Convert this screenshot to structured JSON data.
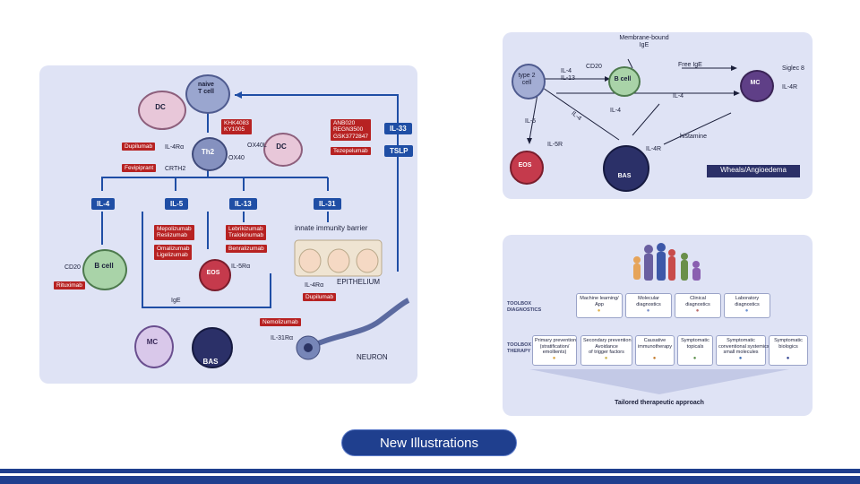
{
  "left_diagram": {
    "cells": {
      "naive_t": "naive\nT cell",
      "dc1": "DC",
      "dc2": "DC",
      "th2": "Th2",
      "b_cell": "B cell",
      "eos": "EOS",
      "mc": "MC",
      "bas": "BAS",
      "neuron": "NEURON",
      "epithelium": "EPITHELIUM",
      "barrier": "innate immunity barrier"
    },
    "receptors": {
      "il4ra_top": "IL-4Rα",
      "crth2": "CRTH2",
      "ox40": "OX40",
      "ox40l": "OX40L",
      "cd20": "CD20",
      "ige": "IgE",
      "il5ra": "IL-5Rα",
      "il4ra_epi": "IL-4Rα",
      "il31ra": "IL-31Rα"
    },
    "drugs": {
      "dupilumab_top": "Dupilumab",
      "fevipiprant": "Fevipiprant",
      "khk_ky": "KHK4083\nKY1005",
      "anti_il33": "ANB020\nREGN3500\nGSK3772847",
      "tezepelumab": "Tezepelumab",
      "mepo_resl": "Mepolizumab\nReslizumab",
      "omal_lige": "Omalizumab\nLigelizumab",
      "lebr_tral": "Lebrikizumab\nTralokinumab",
      "benralizumab": "Benralizumab",
      "rituximab": "Rituximab",
      "dupilumab_epi": "Dupilumab",
      "nemolizumab": "Nemolizumab"
    },
    "cytokines": {
      "il33": "IL-33",
      "tslp": "TSLP",
      "il4": "IL-4",
      "il5": "IL-5",
      "il13": "IL-13",
      "il31": "IL-31"
    }
  },
  "top_right_diagram": {
    "membrane_ige": "Membrane-bound\nIgE",
    "free_ige": "Free IgE",
    "cd20": "CD20",
    "siglec8": "Siglec 8",
    "il4r_mc": "IL-4R",
    "type2_cell": "type 2\ncell",
    "il4_il13": "IL-4\nIL-13",
    "b_cell": "B cell",
    "mc": "MC",
    "il4_a": "IL-4",
    "il5": "IL-5",
    "il4_diag": "IL-4",
    "il4_b": "IL-4",
    "il5r": "IL-5R",
    "il4r_bas": "IL-4R",
    "histamine": "histamine",
    "eos": "EOS",
    "bas": "BAS",
    "wheals": "Wheals/Angioedema"
  },
  "bottom_right_diagram": {
    "toolbox_diagnostics": "TOOLBOX\nDIAGNOSTICS",
    "toolbox_therapy": "TOOLBOX\nTHERAPY",
    "diagnostics": [
      {
        "label": "Machine learning/\nApp",
        "dot_color": "#e0b14a"
      },
      {
        "label": "Molecular\ndiagnostics",
        "dot_color": "#7a8fc9"
      },
      {
        "label": "Clinical\ndiagnostics",
        "dot_color": "#b86a6a"
      },
      {
        "label": "Laboratory\ndiagnostics",
        "dot_color": "#6a8fd0"
      }
    ],
    "therapy": [
      {
        "label": "Primary prevention\n(stratification/\nemollients)",
        "dot_color": "#d9a441"
      },
      {
        "label": "Secondary prevention\nAvoidance\nof trigger factors",
        "dot_color": "#c8b24a"
      },
      {
        "label": "Causative\nimmunotherapy",
        "dot_color": "#c47a2a"
      },
      {
        "label": "Symptomatic\ntopicals",
        "dot_color": "#5a8f4a"
      },
      {
        "label": "Symptomatic\nconventional systemics/\nsmall molecules",
        "dot_color": "#3f6fb5"
      },
      {
        "label": "Symptomatic\nbiologics",
        "dot_color": "#2d3f8f"
      }
    ],
    "tailored": "Tailored therapeutic approach"
  },
  "footer": {
    "button_label": "New Illustrations"
  },
  "colors": {
    "panel_bg": "#dfe3f5",
    "drug_red": "#b72222",
    "cytokine_blue": "#1f4ea5",
    "footer_navy": "#1f3f8e"
  }
}
